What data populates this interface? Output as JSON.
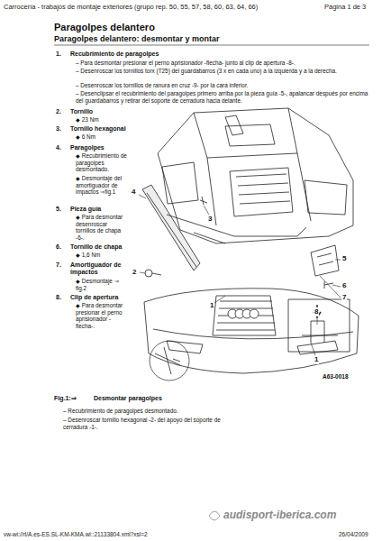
{
  "diagram": {
    "title": "Paragolpes delantero",
    "labels": [
      "Carrocería - trabajos de montaje exteriores (grupo rep. 50, 55, 57, 58, 60, 63, 64, 66)",
      "Página 1 de 3",
      "Paragolpes delantero: desmontar y montar",
      "1.",
      "Recubrimiento de paragolpes",
      "– Para desmontar presionar el perno aprisionador -flecha- junto al clip de apertura -8-.",
      "– Desenroscar los tornillos torx (T25) del guardabarros (3 x en cada uno) a la izquierda y a la derecha.",
      "– Desenroscar los tornillos de ranura en cruz -9- por la cara inferior.",
      "– Desenclipsar el recubrimiento del paragolpes primero arriba por la pieza guía -5-, apalancar después por encima del guardabarros y retirar del soporte de cerradura hacia delante.",
      "2.",
      "Tornillo",
      "◆ 23 Nm",
      "3.",
      "Tornillo hexagonal",
      "◆ 6 Nm",
      "4.",
      "Paragolpes",
      "◆ Recubrimiento de paragolpes desmontado.",
      "◆ Desmontaje del amortiguador de impactos ⇒fig.1",
      "5.",
      "Pieza guía",
      "◆ Para desmontar desenroscar tornillos de chapa -6-.",
      "6.",
      "Tornillo de chapa",
      "◆ 1,6 Nm",
      "7.",
      "Amortiguador de impactos",
      "◆ Desmontaje ⇒ fig.2",
      "8.",
      "Clip de apertura",
      "◆ Para desmontar presionar el perno aprisionador -flecha-.",
      "4",
      "3",
      "2",
      "5",
      "6",
      "7",
      "1",
      "8",
      "1",
      "A63-0018",
      "Fig.1:⇒",
      "Desmontar paragolpes",
      "– Recubrimiento de paragolpes desmontado.",
      "– Desenroscar tornillo hexagonal -2- del apoyo del soporte de cerradura -1-.",
      "vw-wi://rl/A.es-ES.SL-KM-KMA.wi::21133804.xml?xsl=2",
      "26/04/2009",
      "audisport-iberica.com"
    ]
  }
}
